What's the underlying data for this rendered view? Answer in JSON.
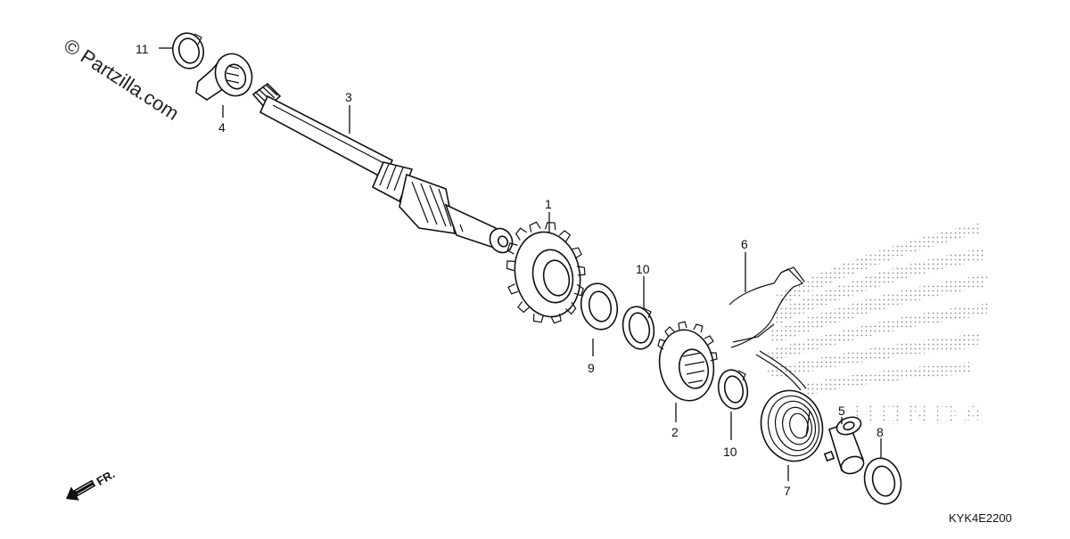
{
  "watermark": "© Partzilla.com",
  "diagram_code": "KYK4E2200",
  "direction_label": "FR.",
  "callouts": [
    {
      "id": "c1",
      "text": "1"
    },
    {
      "id": "c2",
      "text": "2"
    },
    {
      "id": "c3",
      "text": "3"
    },
    {
      "id": "c4",
      "text": "4"
    },
    {
      "id": "c5",
      "text": "5"
    },
    {
      "id": "c6",
      "text": "6"
    },
    {
      "id": "c7",
      "text": "7"
    },
    {
      "id": "c8",
      "text": "8"
    },
    {
      "id": "c9",
      "text": "9"
    },
    {
      "id": "c10a",
      "text": "10"
    },
    {
      "id": "c10b",
      "text": "10"
    },
    {
      "id": "c11",
      "text": "11"
    }
  ],
  "brand_logo_text": "HONDA"
}
